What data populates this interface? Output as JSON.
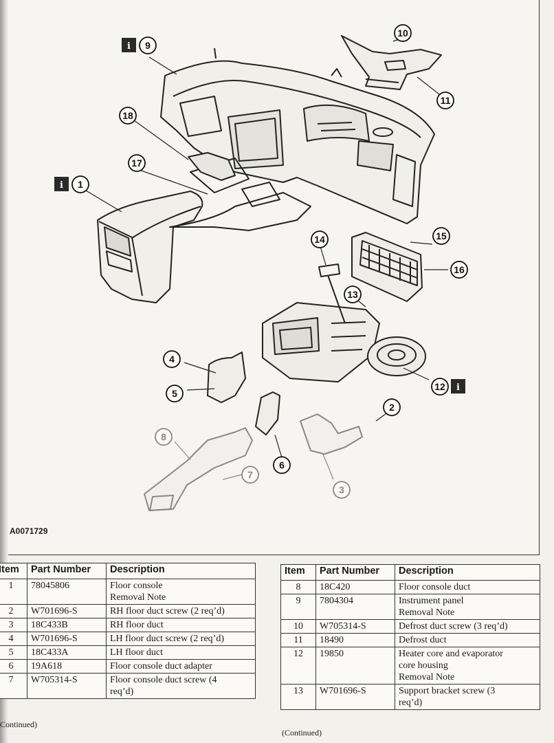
{
  "header_fragment": "(                )",
  "figure_id": "A0071729",
  "info_icon_glyph": "i",
  "callouts": [
    {
      "num": "1",
      "info": true
    },
    {
      "num": "2"
    },
    {
      "num": "3",
      "grey": true
    },
    {
      "num": "4"
    },
    {
      "num": "5"
    },
    {
      "num": "6"
    },
    {
      "num": "7",
      "grey": true
    },
    {
      "num": "8",
      "grey": true
    },
    {
      "num": "9",
      "info": true
    },
    {
      "num": "10"
    },
    {
      "num": "11"
    },
    {
      "num": "12",
      "info": true
    },
    {
      "num": "13"
    },
    {
      "num": "14"
    },
    {
      "num": "15"
    },
    {
      "num": "16"
    },
    {
      "num": "17"
    },
    {
      "num": "18"
    }
  ],
  "table_headers": {
    "item": "Item",
    "part_number": "Part Number",
    "description": "Description"
  },
  "parts_left": [
    {
      "item": "1",
      "part": "78045806",
      "desc": [
        "Floor console",
        "Removal Note"
      ]
    },
    {
      "item": "2",
      "part": "W701696-S",
      "desc": [
        "RH floor duct screw (2 req’d)"
      ]
    },
    {
      "item": "3",
      "part": "18C433B",
      "desc": [
        "RH floor duct"
      ]
    },
    {
      "item": "4",
      "part": "W701696-S",
      "desc": [
        "LH floor duct screw (2 req’d)"
      ]
    },
    {
      "item": "5",
      "part": "18C433A",
      "desc": [
        "LH floor duct"
      ]
    },
    {
      "item": "6",
      "part": "19A618",
      "desc": [
        "Floor console duct adapter"
      ]
    },
    {
      "item": "7",
      "part": "W705314-S",
      "desc": [
        "Floor console duct screw (4",
        "req’d)"
      ]
    }
  ],
  "parts_right": [
    {
      "item": "8",
      "part": "18C420",
      "desc": [
        "Floor console duct"
      ]
    },
    {
      "item": "9",
      "part": "7804304",
      "desc": [
        "Instrument panel",
        "Removal Note"
      ]
    },
    {
      "item": "10",
      "part": "W705314-S",
      "desc": [
        "Defrost duct screw (3 req’d)"
      ]
    },
    {
      "item": "11",
      "part": "18490",
      "desc": [
        "Defrost duct"
      ]
    },
    {
      "item": "12",
      "part": "19850",
      "desc": [
        "Heater core and evaporator",
        "core housing",
        "Removal Note"
      ]
    },
    {
      "item": "13",
      "part": "W701696-S",
      "desc": [
        "Support bracket screw (3",
        "req’d)"
      ]
    }
  ],
  "continued_left": "Continued)",
  "continued_right": "(Continued)"
}
